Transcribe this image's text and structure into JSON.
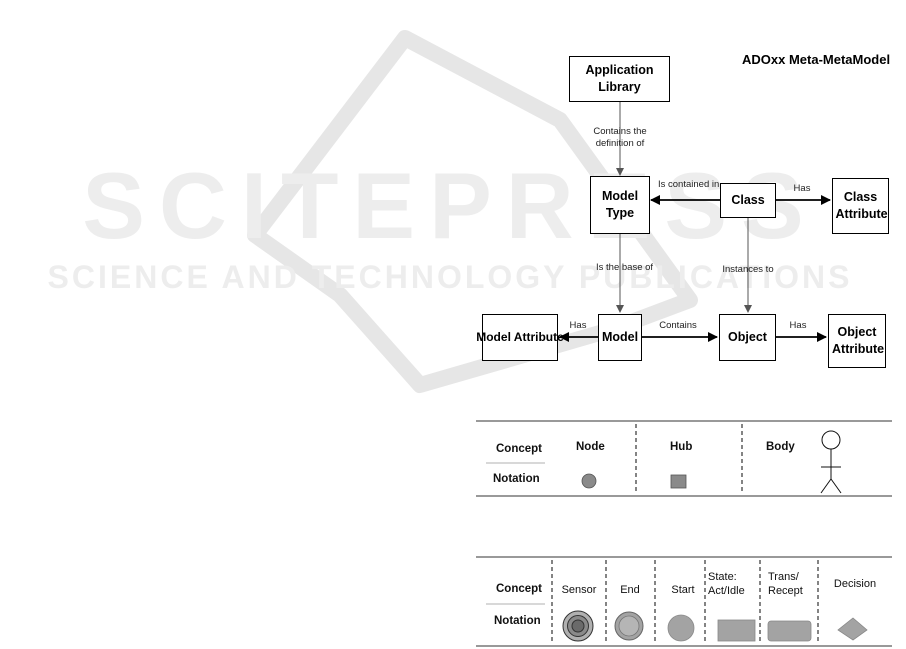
{
  "watermark": {
    "line1": "SCITEPRESS",
    "line2": "SCIENCE AND TECHNOLOGY PUBLICATIONS"
  },
  "diagram": {
    "title": "ADOxx Meta-MetaModel",
    "nodes": {
      "application_library": "Application Library",
      "model_type": "Model Type",
      "class": "Class",
      "class_attribute": "Class Attribute",
      "model": "Model",
      "model_attribute": "Model Attribute",
      "object": "Object",
      "object_attribute": "Object Attribute"
    },
    "edges": {
      "contains_definition_l1": "Contains the",
      "contains_definition_l2": "definition of",
      "is_contained_in": "Is contained in",
      "class_has": "Has",
      "is_base_of": "Is the base of",
      "instances_to": "Instances to",
      "model_has": "Has",
      "contains": "Contains",
      "object_has": "Has"
    }
  },
  "legend1": {
    "concept_label": "Concept",
    "notation_label": "Notation",
    "columns": [
      "Node",
      "Hub",
      "Body"
    ],
    "colors": {
      "shape_fill": "#8a8a8a",
      "shape_stroke": "#555555"
    }
  },
  "legend2": {
    "concept_label": "Concept",
    "notation_label": "Notation",
    "columns": {
      "sensor": "Sensor",
      "end": "End",
      "start": "Start",
      "state_l1": "State:",
      "state_l2": "Act/Idle",
      "trans_l1": "Trans/",
      "trans_l2": "Recept",
      "decision": "Decision"
    },
    "colors": {
      "shape_fill": "#a3a3a3",
      "shape_stroke": "#666666"
    }
  }
}
